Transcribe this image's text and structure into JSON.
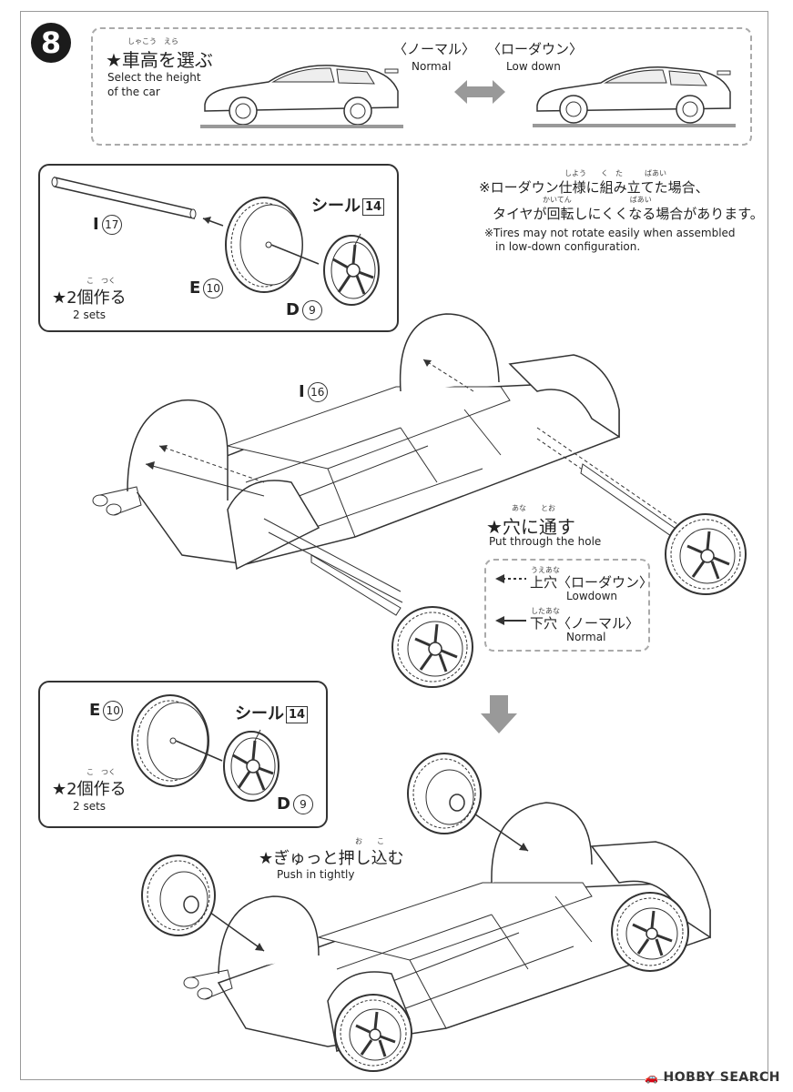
{
  "step": {
    "number": "8"
  },
  "height_select": {
    "title_jp": "★車高を選ぶ",
    "title_ruby": "しゃこう　えら",
    "title_en_line1": "Select the height",
    "title_en_line2": "of the car",
    "normal_jp": "〈ノーマル〉",
    "normal_en": "Normal",
    "lowdown_jp": "〈ローダウン〉",
    "lowdown_en": "Low down"
  },
  "note": {
    "ruby1": "しよう　　く　た　　　ばあい",
    "line1": "※ローダウン仕様に組み立てた場合、",
    "ruby2": "かいてん　　　　　　　　ばあい",
    "line2": "タイヤが回転しにくくなる場合があります。",
    "en_line1": "※Tires may not rotate easily when assembled",
    "en_line2": "in low-down configuration."
  },
  "box_top": {
    "part_i": "I",
    "part_i_num": "17",
    "seal": "シール",
    "seal_num": "14",
    "part_e": "E",
    "part_e_num": "10",
    "part_d": "D",
    "part_d_num": "9",
    "make2_ruby": "こ　つく",
    "make2_jp": "★2個作る",
    "make2_en": "2 sets"
  },
  "chassis": {
    "part_i": "I",
    "part_i_num": "16"
  },
  "through_hole": {
    "ruby": "あな　　とお",
    "title_jp": "★穴に通す",
    "title_en": "Put through the hole",
    "upper_ruby": "うえあな",
    "upper_jp": "上穴〈ローダウン〉",
    "upper_en": "Lowdown",
    "lower_ruby": "したあな",
    "lower_jp": "下穴〈ノーマル〉",
    "lower_en": "Normal"
  },
  "box_bottom": {
    "part_e": "E",
    "part_e_num": "10",
    "seal": "シール",
    "seal_num": "14",
    "part_d": "D",
    "part_d_num": "9",
    "make2_ruby": "こ　つく",
    "make2_jp": "★2個作る",
    "make2_en": "2 sets"
  },
  "push_in": {
    "ruby": "お　　こ",
    "title_jp": "★ぎゅっと押し込む",
    "title_en": "Push in tightly"
  },
  "watermark": {
    "text": "HOBBY SEARCH"
  }
}
